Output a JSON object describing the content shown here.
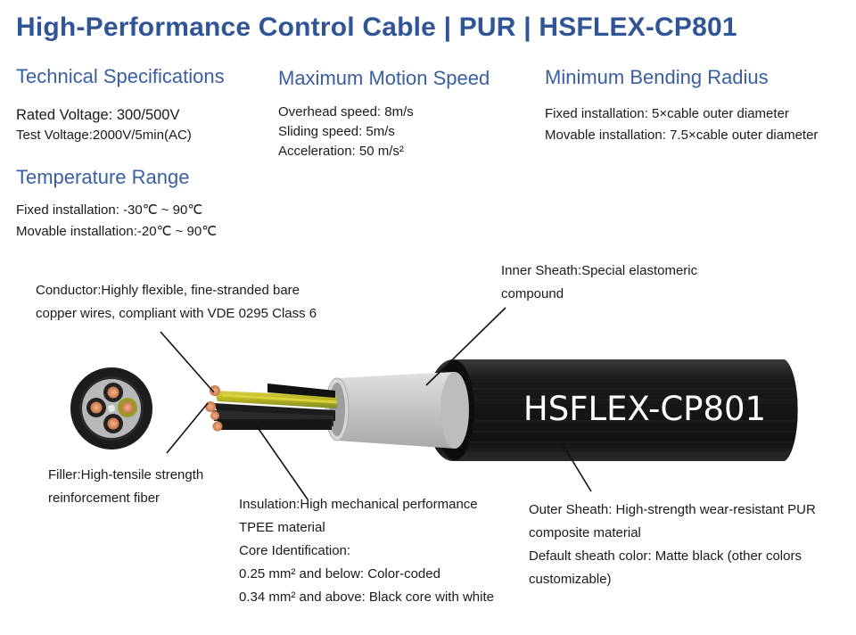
{
  "title": "High-Performance Control Cable | PUR | HSFLEX-CP801",
  "technical_specifications": {
    "heading": "Technical Specifications",
    "rated_voltage": "Rated Voltage:  300/500V",
    "test_voltage": "Test Voltage:2000V/5min(AC)"
  },
  "maximum_motion_speed": {
    "heading": "Maximum Motion Speed",
    "overhead": "Overhead speed: 8m/s",
    "sliding": "Sliding speed: 5m/s",
    "acceleration": "Acceleration: 50 m/s²"
  },
  "minimum_bending_radius": {
    "heading": "Minimum Bending Radius",
    "fixed": "Fixed installation: 5×cable outer diameter",
    "movable": "Movable installation: 7.5×cable outer diameter"
  },
  "temperature_range": {
    "heading": "Temperature Range",
    "fixed": "Fixed installation: -30℃ ~ 90℃",
    "movable": "Movable installation:-20℃ ~ 90℃"
  },
  "callouts": {
    "conductor": [
      "Conductor:Highly flexible, fine-stranded bare",
      "copper wires, compliant with VDE 0295 Class 6"
    ],
    "inner_sheath": [
      "Inner Sheath:Special elastomeric",
      "compound"
    ],
    "filler": [
      "Filler:High-tensile strength",
      "reinforcement fiber"
    ],
    "insulation": [
      "Insulation:High mechanical performance",
      "TPEE material",
      "Core Identification:",
      "0.25 mm² and below: Color-coded",
      "0.34 mm² and above: Black core with white"
    ],
    "outer_sheath": [
      "Outer Sheath: High-strength wear-resistant PUR",
      "composite material",
      "Default sheath color: Matte black (other colors",
      "customizable)"
    ]
  },
  "cable_print": "HSFLEX-CP801",
  "colors": {
    "title": "#2f5597",
    "heading": "#3a5fa0",
    "sheath": "#141414",
    "inner_sheath": "#c9c9c9",
    "core_ground": "#c8c22a",
    "copper": "#d98a5c"
  }
}
